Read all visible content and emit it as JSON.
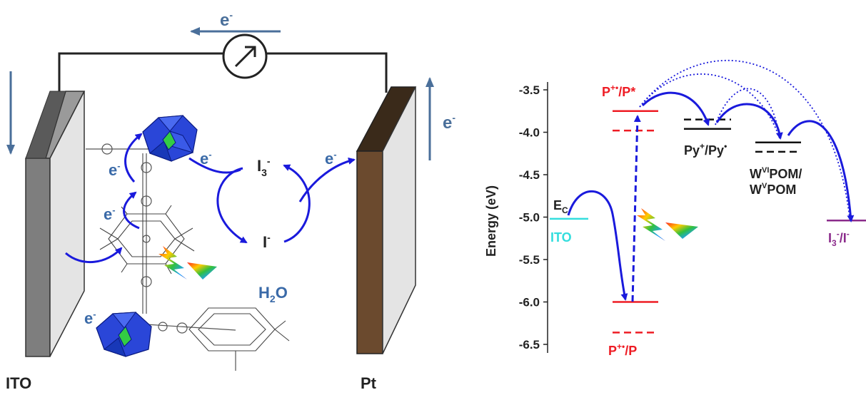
{
  "cell": {
    "electron": "e",
    "electron_sup": "-",
    "electrode_left": "ITO",
    "electrode_right": "Pt",
    "redox_top": "I",
    "redox_top_sub": "3",
    "redox_top_sup": "-",
    "redox_bottom": "I",
    "redox_bottom_sup": "-",
    "solvent": "H",
    "solvent_sub": "2",
    "solvent_tail": "O"
  },
  "energy": {
    "ylabel": "Energy (eV)",
    "ylim": [
      -6.6,
      -3.4
    ],
    "ticks": [
      -3.5,
      -4.0,
      -4.5,
      -5.0,
      -5.5,
      -6.0,
      -6.5
    ],
    "tick_labels": [
      "-3.5",
      "-4.0",
      "-4.5",
      "-5.0",
      "-5.5",
      "-6.0",
      "-6.5"
    ],
    "levels": [
      {
        "id": "ito",
        "value": -5.02,
        "color": "#33dddd",
        "dashed": false
      },
      {
        "id": "p-excited",
        "value": -3.75,
        "color": "#ee1c24",
        "dashed": false
      },
      {
        "id": "p-excited-2",
        "value": -3.98,
        "color": "#ee1c24",
        "dashed": true
      },
      {
        "id": "p-ground",
        "value": -6.0,
        "color": "#ee1c24",
        "dashed": false
      },
      {
        "id": "p-ground-2",
        "value": -6.36,
        "color": "#ee1c24",
        "dashed": true
      },
      {
        "id": "py-1",
        "value": -3.85,
        "color": "#111111",
        "dashed": true
      },
      {
        "id": "py-2",
        "value": -3.96,
        "color": "#111111",
        "dashed": false
      },
      {
        "id": "pom-1",
        "value": -4.12,
        "color": "#111111",
        "dashed": false
      },
      {
        "id": "pom-2",
        "value": -4.23,
        "color": "#111111",
        "dashed": true
      },
      {
        "id": "iodide",
        "value": -5.04,
        "color": "#8b2b8b",
        "dashed": false
      }
    ],
    "labels": {
      "ec": "E",
      "ec_sub": "C",
      "ito": "ITO",
      "p_excited_a": "P",
      "p_excited_b": "+•",
      "p_excited_c": "/P*",
      "p_ground_a": "P",
      "p_ground_b": "+•",
      "p_ground_c": "/P",
      "py_a": "Py",
      "py_b": "+",
      "py_c": "/Py",
      "py_d": "•",
      "pom1_a": "W",
      "pom1_b": "VI",
      "pom1_c": "POM/",
      "pom2_a": "W",
      "pom2_b": "V",
      "pom2_c": "POM",
      "iod_a": "I",
      "iod_b": "3",
      "iod_c": "-",
      "iod_d": "/I",
      "iod_e": "-"
    }
  },
  "colors": {
    "arrow": "#1a1adc",
    "electrode_blue": "#4a6f9a",
    "ito_plate": "#808080",
    "pt_plate": "#6b4a2e",
    "red": "#ee1c24",
    "purple": "#8b2b8b",
    "cyan": "#33dddd",
    "solvent": "#3a6aa8"
  }
}
